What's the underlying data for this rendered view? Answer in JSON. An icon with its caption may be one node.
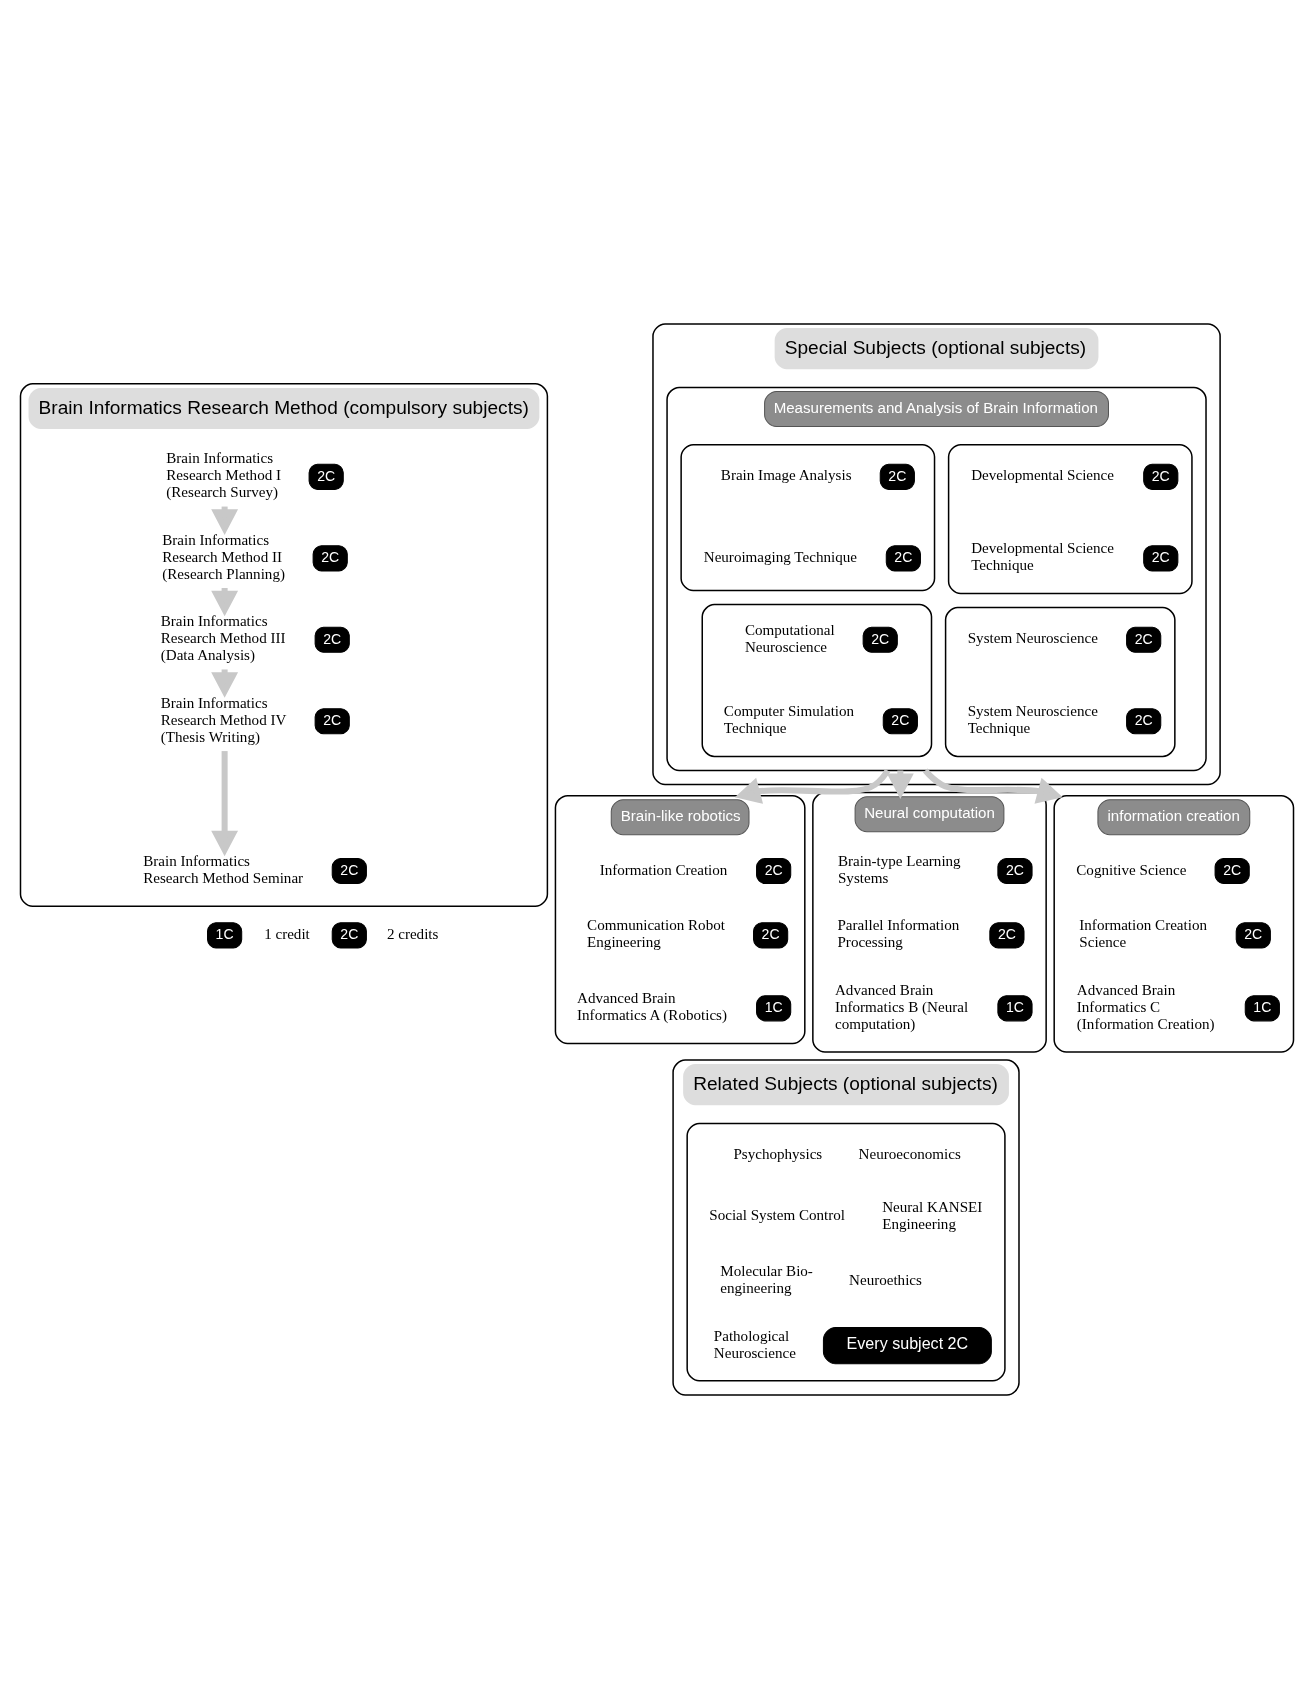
{
  "diagram": {
    "nodes": [
      {
        "text": [
          "Brain Informatics Research Method (compulsory subjects)"
        ]
      },
      {
        "text": [
          "Brain Informatics Research Method I (Research Survey)"
        ],
        "in": 0
      },
      {
        "text": [
          "2C"
        ],
        "in": 0
      },
      {
        "text": [
          "Brain Informatics Research Method II (Research Planning)"
        ],
        "in": 0
      },
      {
        "text": [
          "2C"
        ],
        "in": 0
      },
      {
        "text": [
          "Brain Informatics Research Method III (Data Analysis)"
        ],
        "in": 0
      },
      {
        "text": [
          "2C"
        ],
        "in": 0
      },
      {
        "text": [
          "Brain Informatics Research Method IV (Thesis Writing)"
        ],
        "in": 0
      },
      {
        "text": [
          "2C"
        ],
        "in": 0
      },
      {
        "text": [
          "Brain Informatics Research Method Seminar"
        ],
        "in": 0
      },
      {
        "text": [
          "2C"
        ],
        "in": 0
      },
      {
        "text": [
          "Special Subjects (optional subjects)"
        ]
      },
      {
        "text": [
          "Measurements and Analysis of Brain Information"
        ],
        "in": 11
      },
      {
        "text": [],
        "shape": "box",
        "in": 12
      },
      {
        "text": [
          "Developmental Science"
        ],
        "in": 13
      },
      {
        "text": [
          "2C"
        ],
        "in": 13
      },
      {
        "text": [
          "Developmental Science Technique"
        ],
        "in": 13
      },
      {
        "text": [
          "2C"
        ],
        "in": 13
      },
      {
        "text": [],
        "shape": "box",
        "in": 12
      },
      {
        "text": [
          "Brain Image Analysis"
        ],
        "in": 18
      },
      {
        "text": [
          "2C"
        ],
        "in": 18
      },
      {
        "text": [
          "Neuroimaging Technique"
        ],
        "in": 18
      },
      {
        "text": [
          "2C"
        ],
        "in": 18
      },
      {
        "text": [],
        "shape": "box",
        "in": 12
      },
      {
        "text": [
          "System Neuroscience"
        ],
        "in": 23
      },
      {
        "text": [
          "2C"
        ],
        "in": 23
      },
      {
        "text": [
          "System Neuroscience Technique"
        ],
        "in": 23
      },
      {
        "text": [
          "2C"
        ],
        "in": 23
      },
      {
        "text": [],
        "shape": "box",
        "in": 12
      },
      {
        "text": [
          "Computational Neuroscience"
        ],
        "in": 28
      },
      {
        "text": [
          "2C"
        ],
        "in": 28
      },
      {
        "text": [
          "Computer Simulation Technique"
        ],
        "in": 28
      },
      {
        "text": [
          "2C"
        ],
        "in": 28
      },
      {
        "text": [
          "Brain-like robotics"
        ]
      },
      {
        "text": [
          "Information Creation"
        ],
        "in": 33
      },
      {
        "text": [
          "2C"
        ],
        "in": 33
      },
      {
        "text": [
          "Communication Robot Engineering"
        ],
        "in": 33
      },
      {
        "text": [
          "2C"
        ],
        "in": 33
      },
      {
        "text": [
          "Advanced Brain Informatics A (Robotics)"
        ],
        "in": 33
      },
      {
        "text": [
          "1C"
        ],
        "in": 33
      },
      {
        "text": [
          "Neural computation"
        ]
      },
      {
        "text": [
          "Brain-type Learning Systems"
        ],
        "in": 40
      },
      {
        "text": [
          "2C"
        ],
        "in": 40
      },
      {
        "text": [
          "Parallel Information Processing"
        ],
        "in": 40
      },
      {
        "text": [
          "2C"
        ],
        "in": 40
      },
      {
        "text": [
          "Advanced Brain Informatics B (Neural computation)"
        ],
        "in": 40
      },
      {
        "text": [
          "1C"
        ],
        "in": 40
      },
      {
        "text": [
          "information creation"
        ]
      },
      {
        "text": [
          "Cognitive Science"
        ],
        "in": 47
      },
      {
        "text": [
          "2C"
        ],
        "in": 47
      },
      {
        "text": [
          "Information Creation Science"
        ],
        "in": 47
      },
      {
        "text": [
          "2C"
        ],
        "in": 47
      },
      {
        "text": [
          "Advanced Brain Informatics C (Information Creation)"
        ],
        "in": 47
      },
      {
        "text": [
          "1C"
        ],
        "in": 47
      },
      {
        "text": [
          "Related Subjects (optional subjects)"
        ]
      },
      {
        "text": [],
        "shape": "box",
        "in": 54
      },
      {
        "text": [
          "Psychophysics"
        ],
        "in": 55
      },
      {
        "text": [
          "Neuroeconomics"
        ],
        "in": 55
      },
      {
        "text": [
          "Social System Control"
        ],
        "in": 55
      },
      {
        "text": [
          "Neural KANSEI Engineering"
        ],
        "in": 55
      },
      {
        "text": [
          "Molecular Bio-engineering"
        ],
        "in": 55
      },
      {
        "text": [
          "Neuroethics"
        ],
        "in": 55
      },
      {
        "text": [
          "Pathological Neuroscience"
        ],
        "in": 55
      },
      {
        "text": [
          "Every subject 2C"
        ],
        "in": 55
      },
      {
        "text": [
          "1C"
        ],
        "beside": [
          "1 credit"
        ]
      },
      {
        "text": [
          "2C"
        ],
        "beside": [
          "2 credits"
        ]
      }
    ],
    "edges": [
      {
        "from": 1,
        "to": 3,
        "arrow": "to"
      },
      {
        "from": 3,
        "to": 5,
        "arrow": "to"
      },
      {
        "from": 5,
        "to": 7,
        "arrow": "to"
      },
      {
        "from": 7,
        "to": 9,
        "arrow": "to"
      },
      {
        "from": 12,
        "to": 33,
        "arrow": "to"
      },
      {
        "from": 12,
        "to": 40,
        "arrow": "to"
      },
      {
        "from": 12,
        "to": 47,
        "arrow": "to"
      }
    ]
  }
}
